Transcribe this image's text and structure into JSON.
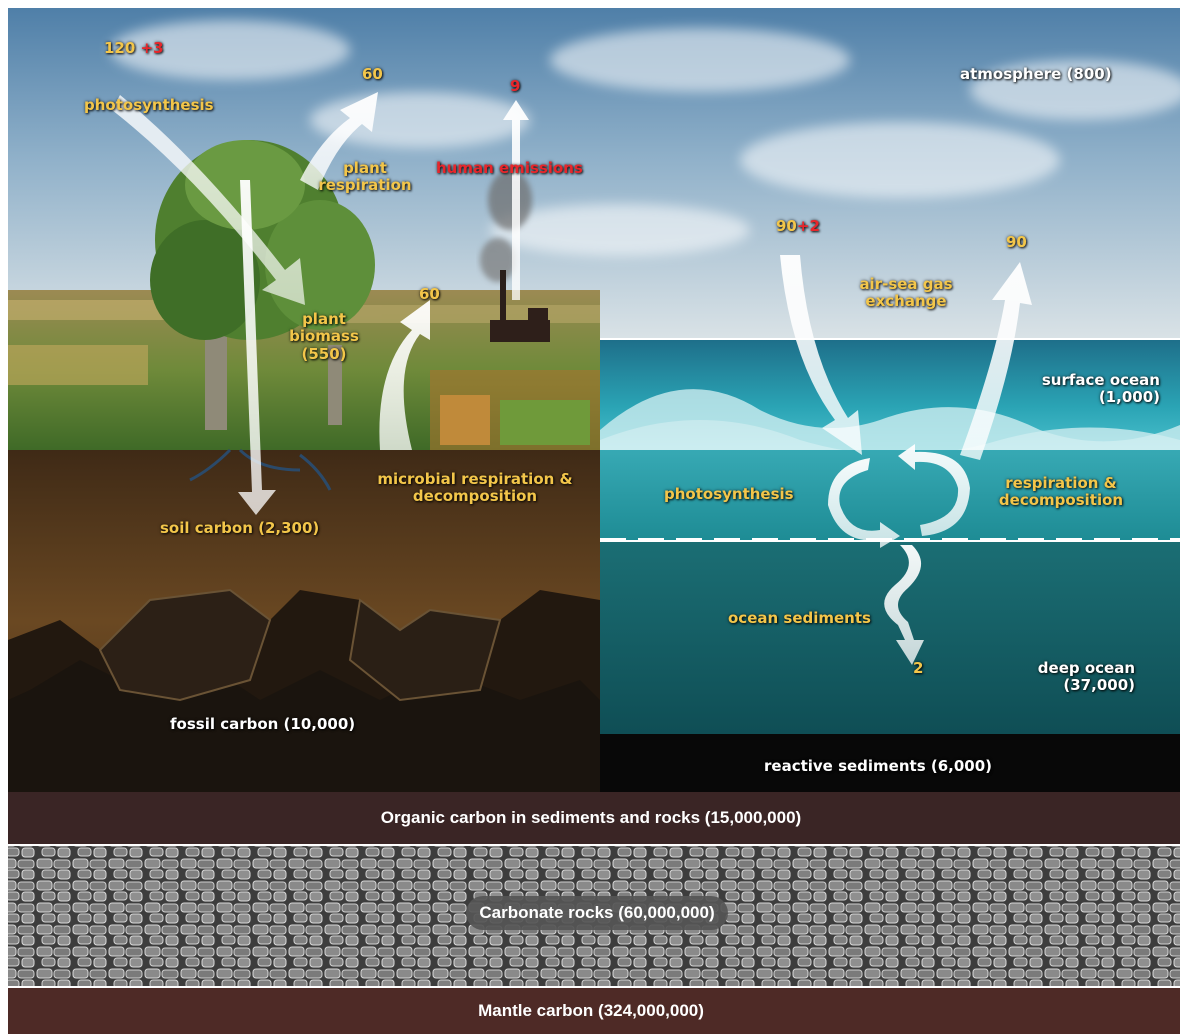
{
  "labels": {
    "photosynthesis_land_value": "120",
    "photosynthesis_land_human": "+3",
    "photosynthesis_land": "photosynthesis",
    "plant_respiration_value": "60",
    "plant_respiration": "plant respiration",
    "human_emissions_value": "9",
    "human_emissions": "human emissions",
    "atmosphere": "atmosphere (800)",
    "plant_biomass": "plant biomass (550)",
    "microbial_value": "60",
    "microbial": "microbial respiration & decomposition",
    "soil_carbon": "soil carbon (2,300)",
    "fossil_carbon": "fossil carbon (10,000)",
    "airsea_in_value": "90",
    "airsea_in_human": "+2",
    "airsea_out_value": "90",
    "airsea": "air-sea gas exchange",
    "surface_ocean": "surface ocean (1,000)",
    "photosynthesis_ocean": "photosynthesis",
    "respiration_ocean": "respiration & decomposition",
    "ocean_sediments": "ocean sediments",
    "ocean_sediments_value": "2",
    "deep_ocean": "deep ocean (37,000)",
    "reactive_sediments": "reactive sediments (6,000)"
  },
  "bands": {
    "organic_carbon": "Organic carbon in sediments and rocks (15,000,000)",
    "carbonate_rocks": "Carbonate rocks (60,000,000)",
    "mantle_carbon": "Mantle carbon (324,000,000)"
  },
  "colors": {
    "label_yellow": "#f3c64a",
    "human_red": "#e8262b",
    "label_white": "#ffffff",
    "soil_brown": "#5a3a1a",
    "ocean_teal": "#1d8f98",
    "deep_ocean": "#17666d",
    "organic_band": "#3a2525",
    "mantle_band": "#4e2a26"
  }
}
